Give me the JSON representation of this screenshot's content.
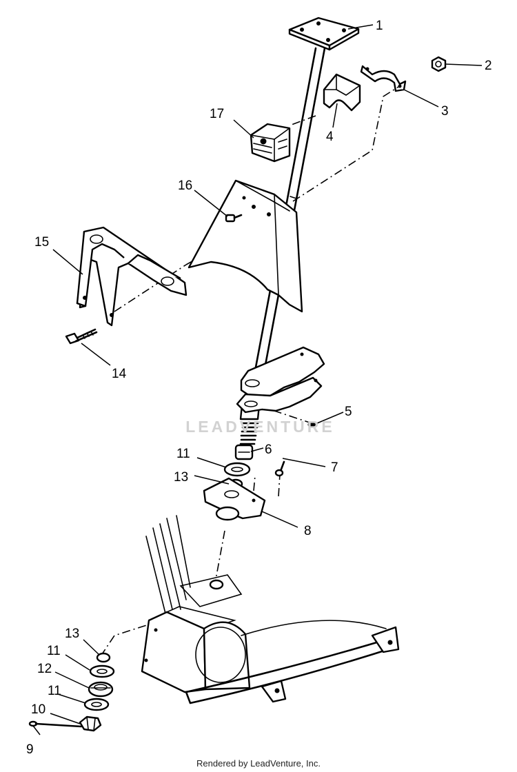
{
  "diagram": {
    "callouts": [
      "1",
      "2",
      "3",
      "4",
      "5",
      "6",
      "7",
      "8",
      "9",
      "10",
      "11",
      "11",
      "11",
      "12",
      "13",
      "13",
      "14",
      "15",
      "16",
      "17"
    ]
  },
  "watermark": "LEADVENTURE",
  "footer": "Rendered by LeadVenture, Inc."
}
